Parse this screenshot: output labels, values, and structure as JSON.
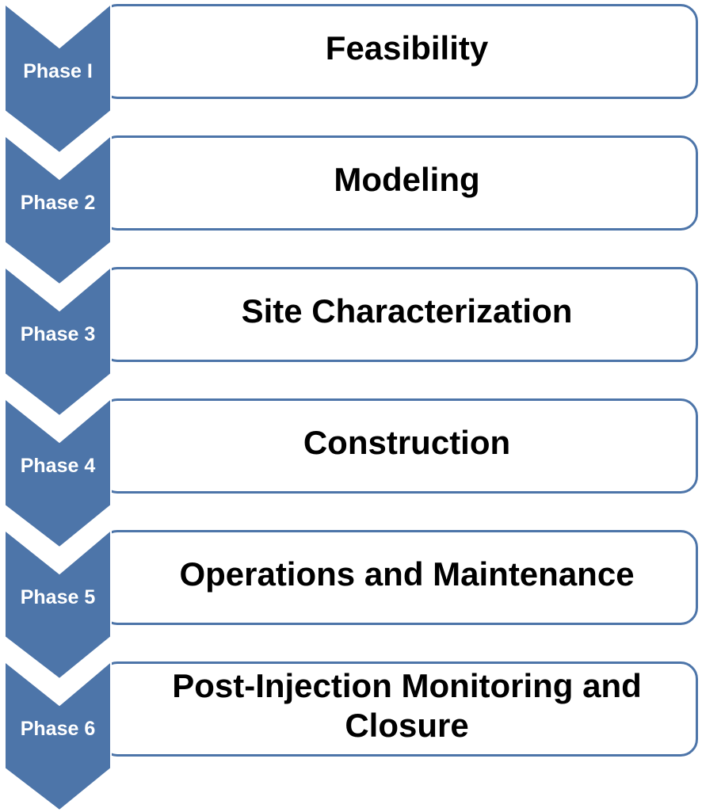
{
  "phases": [
    {
      "label": "Phase I",
      "title": "Feasibility"
    },
    {
      "label": "Phase 2",
      "title": "Modeling"
    },
    {
      "label": "Phase 3",
      "title": "Site Characterization"
    },
    {
      "label": "Phase 4",
      "title": "Construction"
    },
    {
      "label": "Phase 5",
      "title": "Operations and Maintenance"
    },
    {
      "label": "Phase 6",
      "title": "Post-Injection Monitoring and Closure"
    }
  ],
  "colors": {
    "chevron": "#4d75a9",
    "box_border": "#4d75a9",
    "phase_label_text": "#ffffff",
    "title_text": "#000000"
  }
}
